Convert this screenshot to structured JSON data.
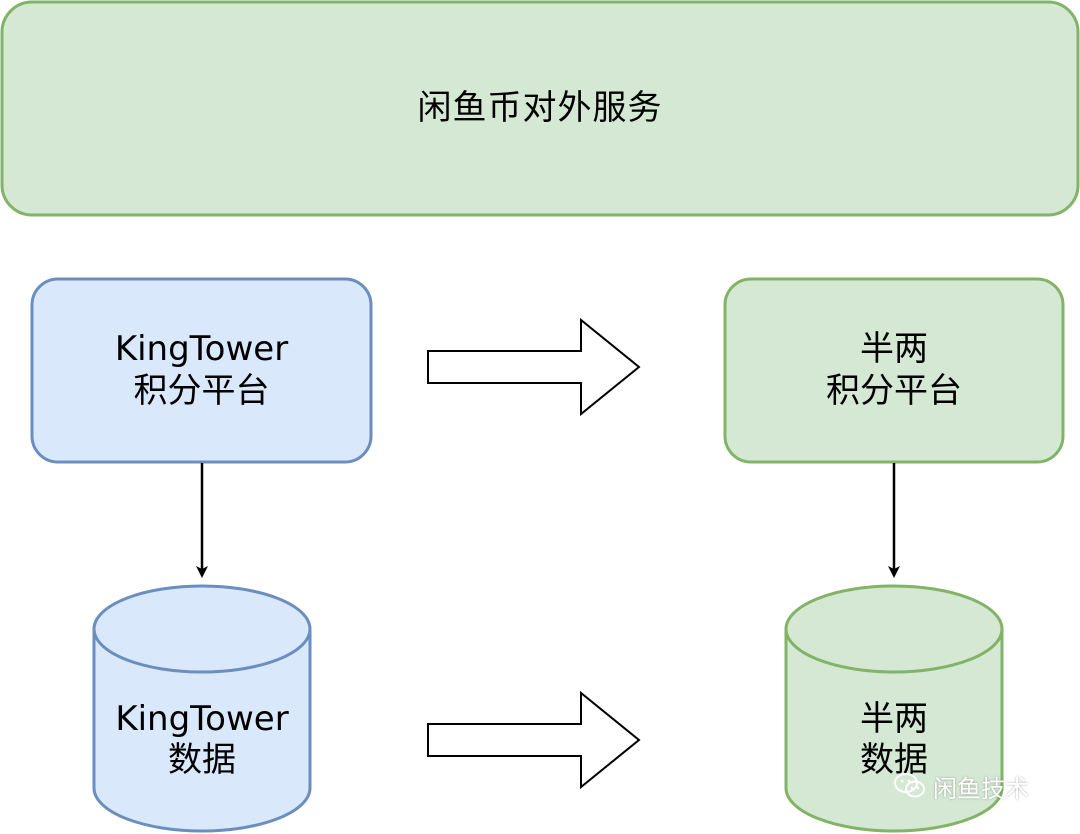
{
  "diagram": {
    "top_service": {
      "label": "闲鱼币对外服务"
    },
    "nodes": {
      "kingtower_platform": {
        "line1": "KingTower",
        "line2": "积分平台"
      },
      "banliang_platform": {
        "line1": "半两",
        "line2": "积分平台"
      },
      "kingtower_data": {
        "line1": "KingTower",
        "line2": "数据"
      },
      "banliang_data": {
        "line1": "半两",
        "line2": "数据"
      }
    },
    "watermark": {
      "icon": "wechat-icon",
      "text": "闲鱼技术"
    }
  },
  "colors": {
    "green_fill": "#d5e8d4",
    "green_stroke": "#82b366",
    "blue_fill": "#dae8fc",
    "blue_stroke": "#6c8ebf",
    "arrow": "#000000"
  }
}
